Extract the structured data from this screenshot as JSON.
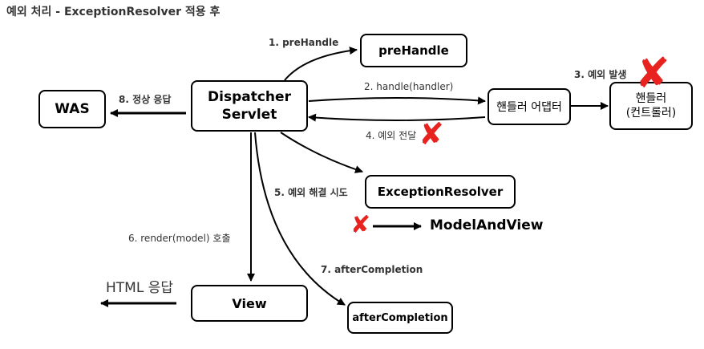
{
  "title": "예외 처리 - ExceptionResolver 적용 후",
  "nodes": {
    "was": "WAS",
    "dispatcher": "Dispatcher\nServlet",
    "prehandle": "preHandle",
    "adapter": "핸들러 어댑터",
    "handler": "핸들러\n(컨트롤러)",
    "resolver": "ExceptionResolver",
    "view": "View",
    "aftercompletion": "afterCompletion"
  },
  "labels": {
    "step1": "1. preHandle",
    "step2": "2. handle(handler)",
    "step3": "3. 예외 발생",
    "step4": "4. 예외 전달",
    "step5": "5. 예외 해결 시도",
    "step6": "6. render(model) 호출",
    "step7": "7. afterCompletion",
    "step8": "8. 정상 응답",
    "html_response": "HTML 응답",
    "model_and_view": "ModelAndView"
  },
  "colors": {
    "cross": "#e8231f"
  }
}
